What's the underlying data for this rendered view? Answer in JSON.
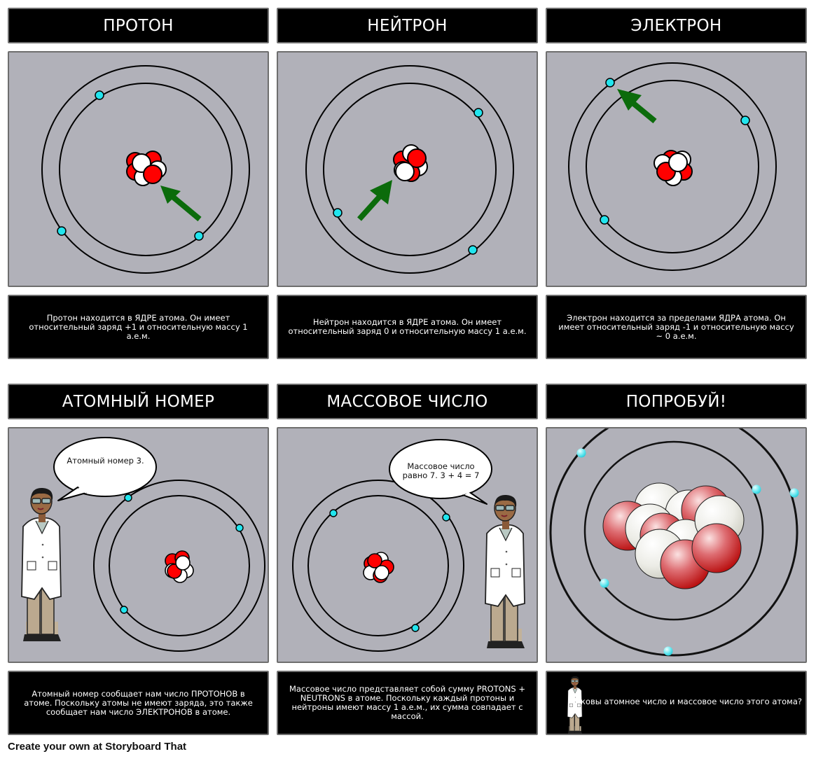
{
  "row1": {
    "titles": [
      "ПРОТОН",
      "НЕЙТРОН",
      "ЭЛЕКТРОН"
    ],
    "descriptions": [
      "Протон находится в ЯДРЕ атома. Он имеет относительный заряд +1 и относительную массу 1 а.е.м.",
      "Нейтрон находится в ЯДРЕ атома. Он имеет относительный заряд 0 и относительную массу 1 а.е.м.",
      "Электрон находится за пределами ЯДРА атома. Он имеет относительный заряд -1 и относительную массу ~ 0 а.е.м."
    ]
  },
  "row2": {
    "titles": [
      "АТОМНЫЙ НОМЕР",
      "МАССОВОЕ ЧИСЛО",
      "ПОПРОБУЙ!"
    ],
    "bubbles": [
      "Атомный номер 3.",
      "Массовое число равно 7. 3 + 4 = 7"
    ],
    "descriptions": [
      "Атомный номер сообщает нам число ПРОТОНОВ в атоме. Поскольку атомы не имеют заряда, это также сообщает нам число ЭЛЕКТРОНОВ в атоме.",
      "Массовое число представляет собой сумму PROTONS + NEUTRONS в атоме. Поскольку каждый протоны и нейтроны имеют массу 1 а.е.м., их сумма совпадает с массой.",
      "ковы атомное число и массовое число этого атома?"
    ]
  },
  "footer": {
    "text": "Create your own at Storyboard That"
  },
  "colors": {
    "scene_bg": "#b1b1b9",
    "electron": "#22e5ee",
    "proton": "#ff0000",
    "neutron": "#ffffff",
    "arrow": "#0b6b0b",
    "cell_border": "#6e6e6e"
  }
}
